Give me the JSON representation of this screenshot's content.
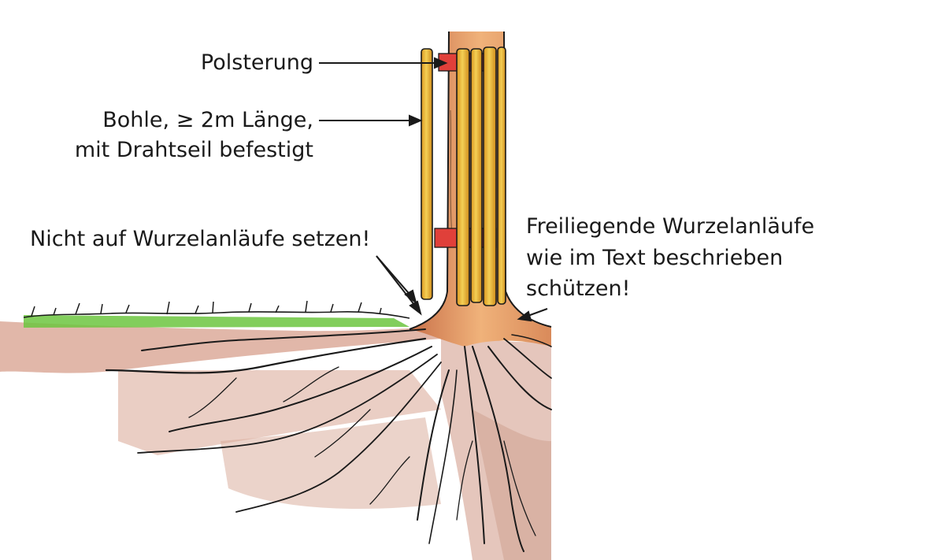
{
  "labels": {
    "padding": "Polsterung",
    "plank_line1": "Bohle, ≥ 2m Länge,",
    "plank_line2": "mit Drahtseil befestigt",
    "no_roots": "Nicht auf Wurzelanläufe setzen!",
    "exposed_line1": "Freiliegende Wurzelanläufe",
    "exposed_line2": "wie im Text beschrieben",
    "exposed_line3": "schützen!"
  },
  "colors": {
    "wood": "#e8b83a",
    "wood_dark": "#c98a1c",
    "padding": "#e0403a",
    "trunk": "#e8a070",
    "soil": "#d6a090",
    "grass": "#6cc640",
    "ink": "#1a1a1a"
  }
}
